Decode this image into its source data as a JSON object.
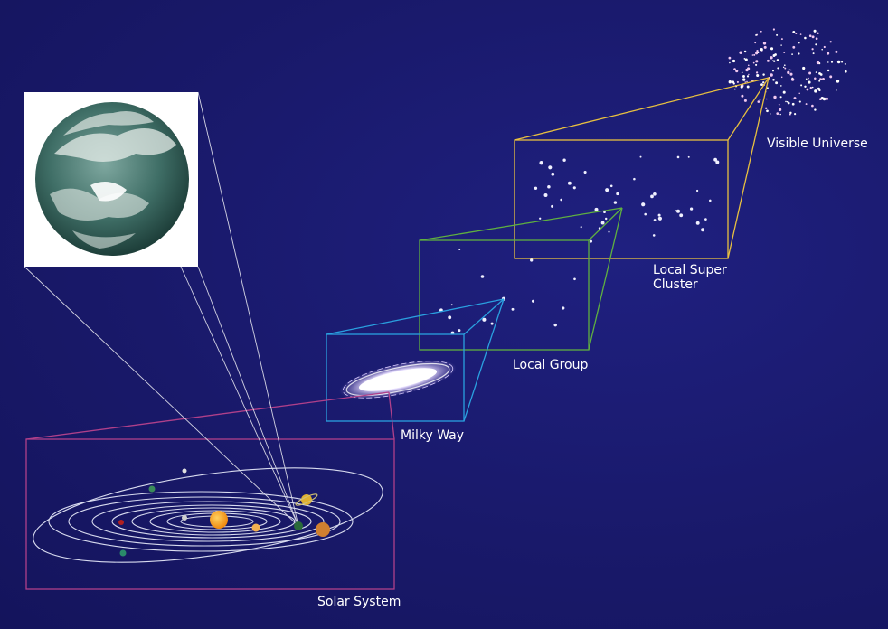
{
  "labels": {
    "visible_universe": "Visible Universe",
    "local_super_cluster_line1": "Local Super",
    "local_super_cluster_line2": "Cluster",
    "local_group": "Local Group",
    "milky_way": "Milky Way",
    "solar_system": "Solar System"
  },
  "colors": {
    "background": "#19196a",
    "visible_universe_frame": "#e8c040",
    "super_cluster_frame": "#e8c040",
    "local_group_frame": "#5fb040",
    "milky_way_frame": "#2aa0e0",
    "solar_system_frame": "#b0408a",
    "orbit_lines": "#d8dbef",
    "earth_connector_lines": "#e8e8f0",
    "sun": "#f59a1e"
  }
}
